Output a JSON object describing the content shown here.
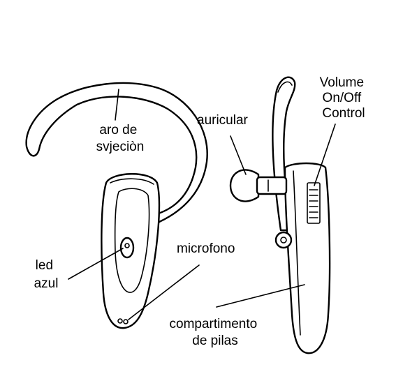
{
  "labels": {
    "ear_hook": [
      "aro de",
      "svjeciòn"
    ],
    "earpiece": "auricular",
    "volume": [
      "Volume",
      "On/Off",
      "Control"
    ],
    "led": [
      "led",
      "azul"
    ],
    "microphone": "microfono",
    "battery": [
      "compartimento",
      "de pilas"
    ]
  }
}
